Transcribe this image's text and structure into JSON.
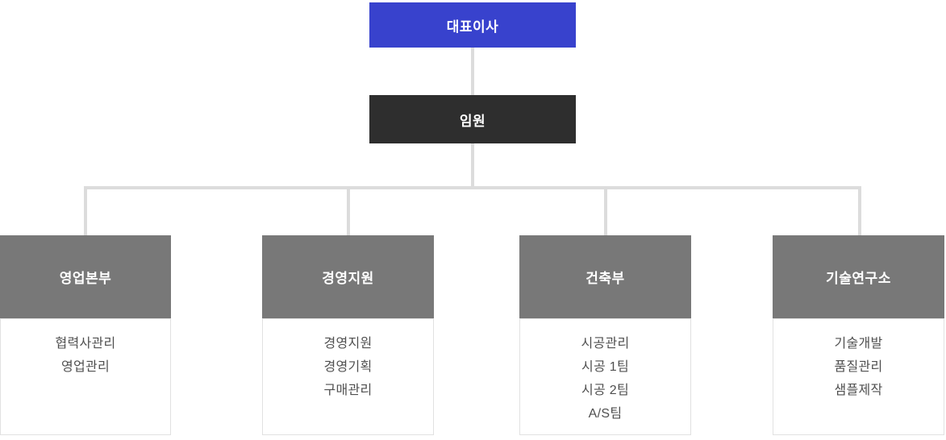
{
  "org": {
    "ceo": "대표이사",
    "executive": "임원",
    "departments": [
      {
        "name": "영업본부",
        "teams": [
          "협력사관리",
          "영업관리"
        ]
      },
      {
        "name": "경영지원",
        "teams": [
          "경영지원",
          "경영기획",
          "구매관리"
        ]
      },
      {
        "name": "건축부",
        "teams": [
          "시공관리",
          "시공 1팀",
          "시공 2팀",
          "A/S팀"
        ]
      },
      {
        "name": "기술연구소",
        "teams": [
          "기술개발",
          "품질관리",
          "샘플제작"
        ]
      }
    ]
  },
  "colors": {
    "ceo_bg": "#3842cd",
    "executive_bg": "#2e2e2e",
    "dept_header_bg": "#787878",
    "connector": "#dcdcdc",
    "body_border": "#e1e1e1",
    "body_text": "#4f4f4f",
    "background": "#ffffff"
  }
}
